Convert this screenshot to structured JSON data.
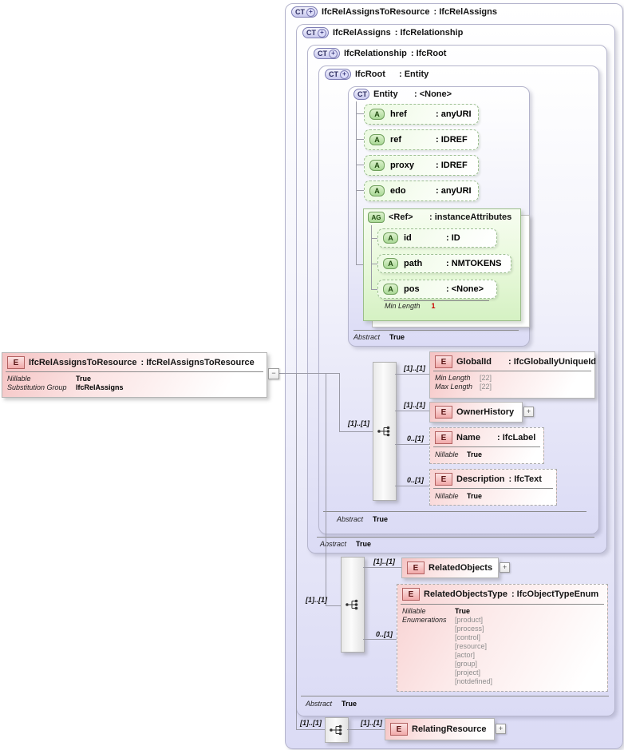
{
  "icons": {
    "plus_badge": "+",
    "expander_expand": "+",
    "expander_collapse": "−"
  },
  "colors": {
    "complex_type_fill": "#dbdbf5",
    "element_pink": "#f5c3c3",
    "attribute_green": "#ecfae2",
    "group_green": "#d5f1c3",
    "facet_red": "#cc0000",
    "line_gray": "#9a9aa6"
  },
  "levels": {
    "abstract_label": "Abstract",
    "abstract_value": "True",
    "l1": {
      "badge": "CT",
      "name": "IfcRelAssignsToResource",
      "type_label": ": IfcRelAssigns"
    },
    "l2": {
      "badge": "CT",
      "name": "IfcRelAssigns",
      "type_label": ": IfcRelationship"
    },
    "l3": {
      "badge": "CT",
      "name": "IfcRelationship",
      "type_label": ": IfcRoot"
    },
    "l4": {
      "badge": "CT",
      "name": "IfcRoot",
      "type_label": ": Entity"
    },
    "l5": {
      "badge": "CT",
      "name": "Entity",
      "type_label": ": <None>"
    }
  },
  "entity": {
    "attrs": [
      {
        "badge": "A",
        "name": "href",
        "type_label": ": anyURI"
      },
      {
        "badge": "A",
        "name": "ref",
        "type_label": ": IDREF"
      },
      {
        "badge": "A",
        "name": "proxy",
        "type_label": ": IDREF"
      },
      {
        "badge": "A",
        "name": "edo",
        "type_label": ": anyURI"
      }
    ],
    "ref_group": {
      "badge": "AG",
      "name": "<Ref>",
      "type_label": ": instanceAttributes",
      "attrs": [
        {
          "badge": "A",
          "name": "id",
          "type_label": ": ID"
        },
        {
          "badge": "A",
          "name": "path",
          "type_label": ": NMTOKENS"
        },
        {
          "badge": "A",
          "name": "pos",
          "type_label": ": <None>"
        }
      ],
      "facet_label": "Min Length",
      "facet_value": "1"
    }
  },
  "ifcroot_children": {
    "seq_card": "[1]..[1]",
    "global_id": {
      "badge": "E",
      "name": "GlobalId",
      "type_label": ": IfcGloballyUniqueId",
      "card": "[1]..[1]",
      "rows": [
        {
          "k": "Min Length",
          "v": "[22]"
        },
        {
          "k": "Max Length",
          "v": "[22]"
        }
      ]
    },
    "owner_history": {
      "badge": "E",
      "name": "OwnerHistory",
      "card": "[1]..[1]"
    },
    "name_el": {
      "badge": "E",
      "name": "Name",
      "type_label": ": IfcLabel",
      "card": "0..[1]",
      "rows": [
        {
          "k": "Nillable",
          "v": "True"
        }
      ]
    },
    "description": {
      "badge": "E",
      "name": "Description",
      "type_label": ": IfcText",
      "card": "0..[1]",
      "rows": [
        {
          "k": "Nillable",
          "v": "True"
        }
      ]
    }
  },
  "ifcrelationship_children": {
    "seq_card": "[1]..[1]",
    "related_objects": {
      "badge": "E",
      "name": "RelatedObjects",
      "card": "[1]..[1]"
    },
    "related_objects_type": {
      "badge": "E",
      "name": "RelatedObjectsType",
      "type_label": ": IfcObjectTypeEnum",
      "card": "0..[1]",
      "nillable_label": "Nillable",
      "nillable_value": "True",
      "enum_label": "Enumerations",
      "enums": [
        "[product]",
        "[process]",
        "[control]",
        "[resource]",
        "[actor]",
        "[group]",
        "[project]",
        "[notdefined]"
      ]
    }
  },
  "ifcrelassigns_children": {
    "seq_card": "[1]..[1]",
    "relating_resource": {
      "badge": "E",
      "name": "RelatingResource",
      "card": "[1]..[1]"
    }
  },
  "element": {
    "badge": "E",
    "name": "IfcRelAssignsToResource",
    "type_label": ": IfcRelAssignsToResource",
    "rows": [
      {
        "k": "Nillable",
        "v": "True"
      },
      {
        "k": "Substitution Group",
        "v": "IfcRelAssigns"
      }
    ]
  }
}
